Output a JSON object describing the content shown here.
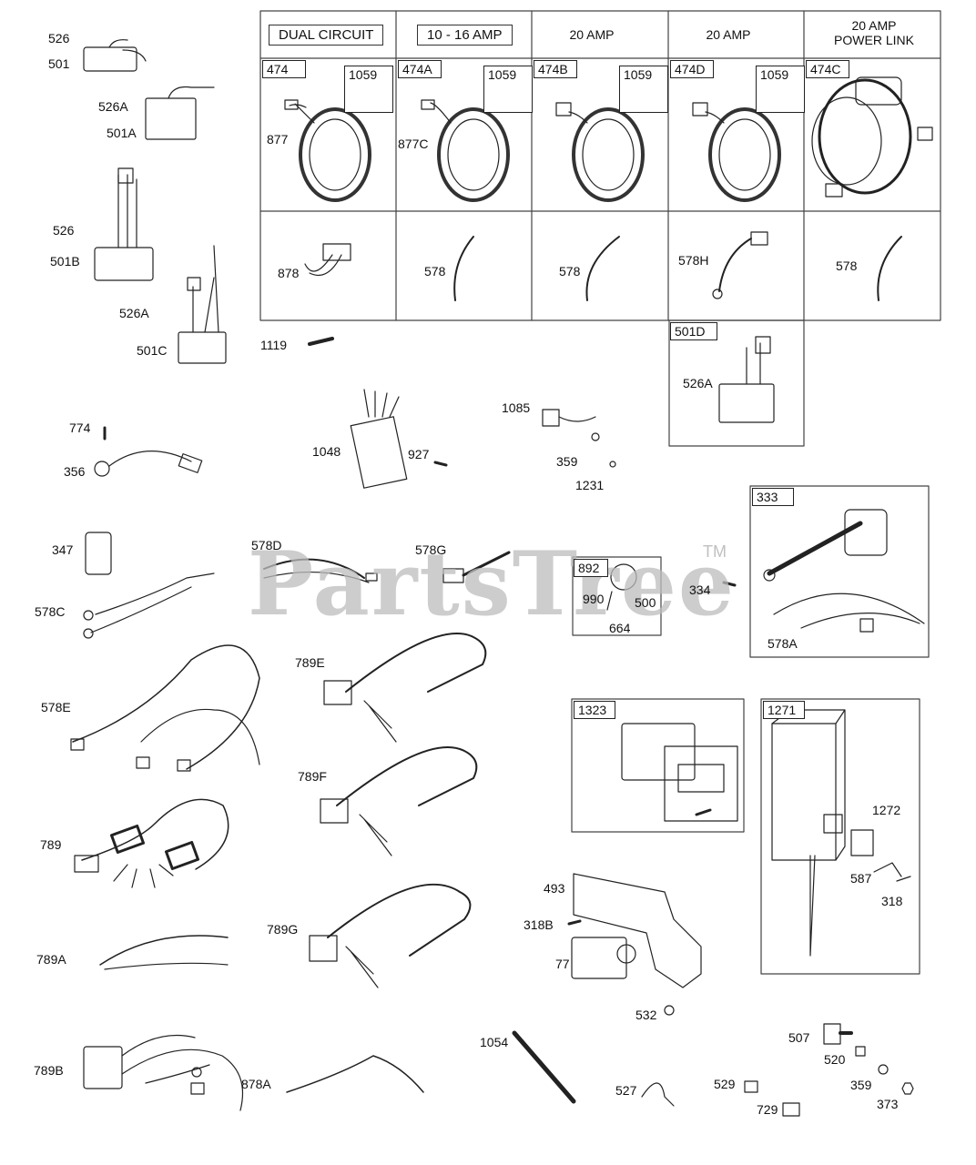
{
  "watermark": {
    "text": "PartsTree",
    "tm": "TM"
  },
  "headers": {
    "dual_circuit": "DUAL CIRCUIT",
    "amp_10_16": "10 - 16 AMP",
    "amp_20_a": "20 AMP",
    "amp_20_b": "20 AMP",
    "power_link_l1": "20 AMP",
    "power_link_l2": "POWER LINK"
  },
  "box_labels": {
    "b474": "474",
    "b474a": "474A",
    "b474b": "474B",
    "b474d": "474D",
    "b474c": "474C",
    "b1059_1": "1059",
    "b1059_2": "1059",
    "b1059_3": "1059",
    "b1059_4": "1059",
    "b501d": "501D",
    "b892": "892",
    "b333": "333",
    "b1323": "1323",
    "b1271": "1271"
  },
  "labels": {
    "p526_1": "526",
    "p501": "501",
    "p526a_1": "526A",
    "p501a": "501A",
    "p526_2": "526",
    "p501b": "501B",
    "p526a_2": "526A",
    "p501c": "501C",
    "p877": "877",
    "p877c": "877C",
    "p878": "878",
    "p578_1": "578",
    "p578_2": "578",
    "p578h": "578H",
    "p578_3": "578",
    "p1119": "1119",
    "p526a_3": "526A",
    "p774": "774",
    "p356": "356",
    "p1048": "1048",
    "p927": "927",
    "p1085": "1085",
    "p359_1": "359",
    "p1231": "1231",
    "p347": "347",
    "p578c": "578C",
    "p578d": "578D",
    "p578g": "578G",
    "p990": "990",
    "p500": "500",
    "p664": "664",
    "p334": "334",
    "p578a": "578A",
    "p578e": "578E",
    "p789e": "789E",
    "p789f": "789F",
    "p789": "789",
    "p789g": "789G",
    "p789a": "789A",
    "p789b": "789B",
    "p878a": "878A",
    "p1054": "1054",
    "p493": "493",
    "p318b": "318B",
    "p77": "77",
    "p532": "532",
    "p527": "527",
    "p1272": "1272",
    "p587": "587",
    "p318": "318",
    "p507": "507",
    "p520": "520",
    "p529": "529",
    "p359_2": "359",
    "p729": "729",
    "p373": "373"
  }
}
